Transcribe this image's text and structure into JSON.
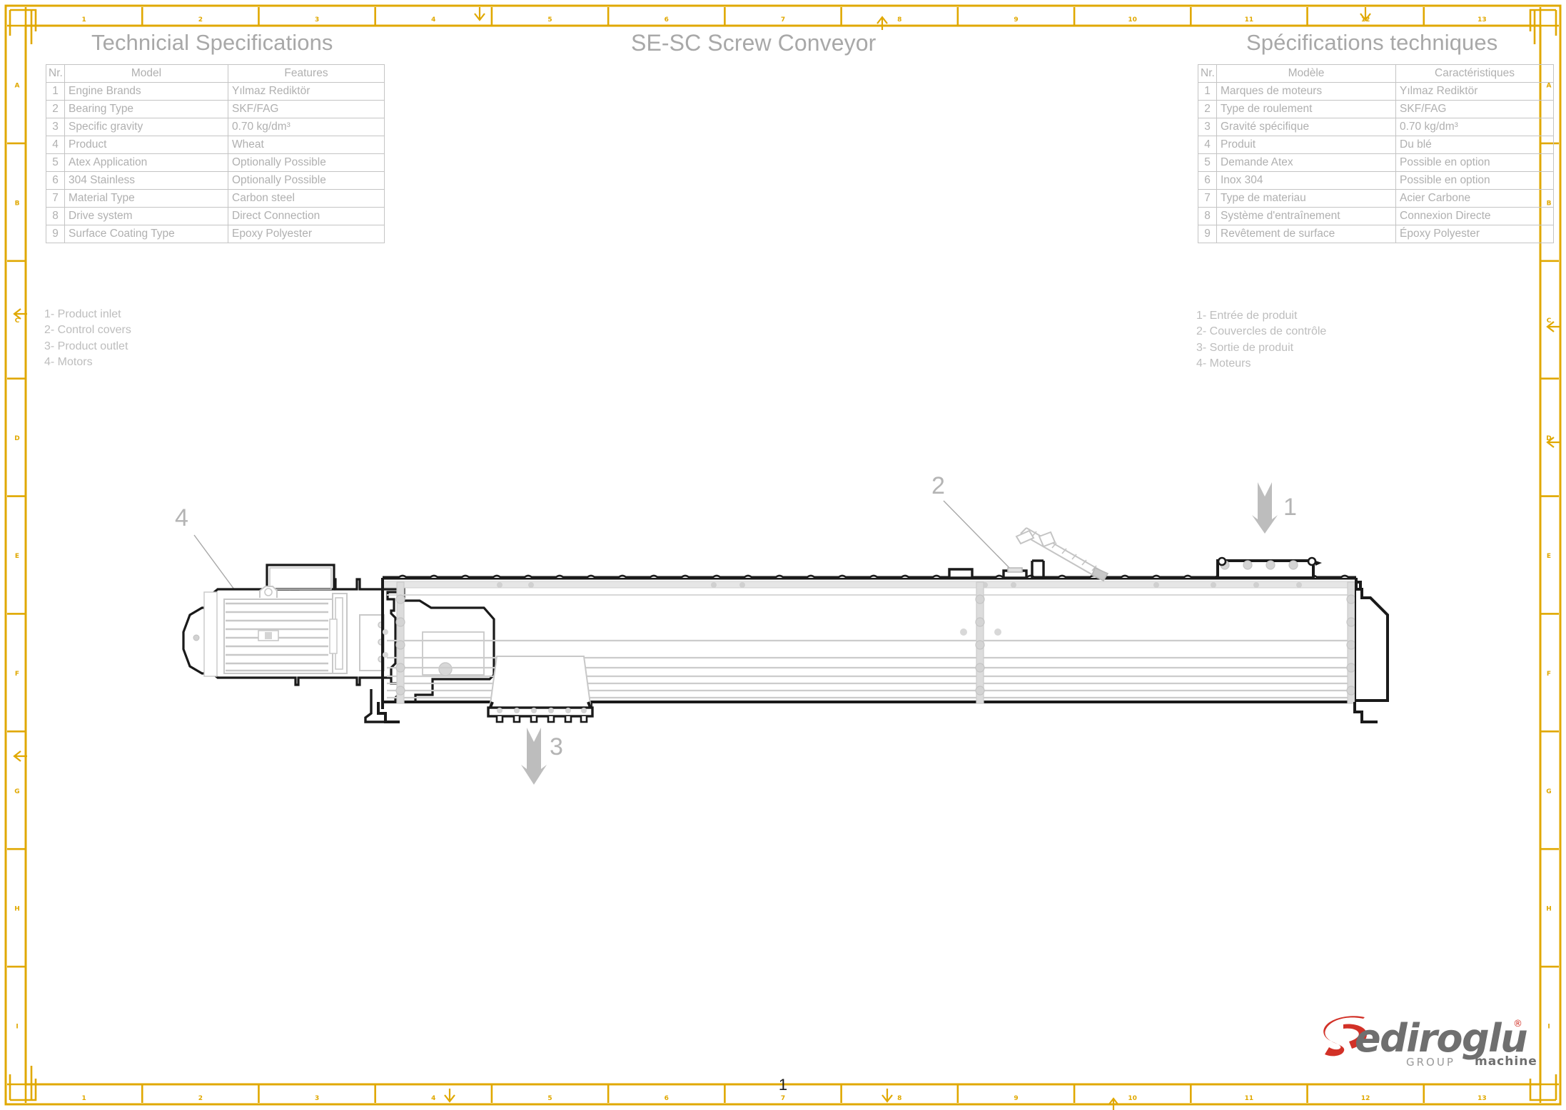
{
  "document": {
    "page_number": "1",
    "title_left": "Technicial Specifications",
    "title_center": "SE-SC Screw Conveyor",
    "title_right": "Spécifications techniques"
  },
  "frame": {
    "border_color": "#e0a800",
    "top_ruler_labels": [
      "1",
      "2",
      "3",
      "4",
      "5",
      "6",
      "7",
      "8",
      "9",
      "10",
      "11",
      "12",
      "13"
    ],
    "bottom_ruler_labels": [
      "1",
      "2",
      "3",
      "4",
      "5",
      "6",
      "7",
      "8",
      "9",
      "10",
      "11",
      "12",
      "13"
    ],
    "left_ruler_labels": [
      "A",
      "B",
      "C",
      "D",
      "E",
      "F",
      "G",
      "H",
      "I"
    ],
    "right_ruler_labels": [
      "A",
      "B",
      "C",
      "D",
      "E",
      "F",
      "G",
      "H",
      "I"
    ]
  },
  "spec_table_en": {
    "headers": [
      "Nr.",
      "Model",
      "Features"
    ],
    "rows": [
      {
        "nr": "1",
        "model": "Engine Brands",
        "feature": "Yılmaz Rediktör"
      },
      {
        "nr": "2",
        "model": "Bearing Type",
        "feature": "SKF/FAG"
      },
      {
        "nr": "3",
        "model": "Specific gravity",
        "feature": "0.70 kg/dm³"
      },
      {
        "nr": "4",
        "model": "Product",
        "feature": "Wheat"
      },
      {
        "nr": "5",
        "model": "Atex Application",
        "feature": "Optionally Possible"
      },
      {
        "nr": "6",
        "model": "304 Stainless",
        "feature": "Optionally Possible"
      },
      {
        "nr": "7",
        "model": "Material Type",
        "feature": "Carbon steel"
      },
      {
        "nr": "8",
        "model": "Drive system",
        "feature": "Direct Connection"
      },
      {
        "nr": "9",
        "model": "Surface Coating Type",
        "feature": "Epoxy Polyester"
      }
    ]
  },
  "spec_table_fr": {
    "headers": [
      "Nr.",
      "Modèle",
      "Caractéristiques"
    ],
    "rows": [
      {
        "nr": "1",
        "model": "Marques de moteurs",
        "feature": "Yılmaz Rediktör"
      },
      {
        "nr": "2",
        "model": "Type de roulement",
        "feature": "SKF/FAG"
      },
      {
        "nr": "3",
        "model": "Gravité spécifique",
        "feature": "0.70 kg/dm³"
      },
      {
        "nr": "4",
        "model": "Produit",
        "feature": "Du blé"
      },
      {
        "nr": "5",
        "model": "Demande Atex",
        "feature": "Possible en option"
      },
      {
        "nr": "6",
        "model": "Inox 304",
        "feature": "Possible en option"
      },
      {
        "nr": "7",
        "model": "Type de materiau",
        "feature": "Acier Carbone"
      },
      {
        "nr": "8",
        "model": "Système d'entraînement",
        "feature": "Connexion Directe"
      },
      {
        "nr": "9",
        "model": "Revêtement de surface",
        "feature": "Époxy Polyester"
      }
    ]
  },
  "legend_en": {
    "items": [
      "1- Product inlet",
      "2- Control covers",
      "3- Product outlet",
      "4- Motors"
    ]
  },
  "legend_fr": {
    "items": [
      "1- Entrée de produit",
      "2- Couvercles de contrôle",
      "3- Sortie de produit",
      "4- Moteurs"
    ]
  },
  "callouts": {
    "motors": "4",
    "control_covers": "2",
    "product_inlet": "1",
    "product_outlet": "3"
  },
  "logo": {
    "wordmark": "ediroglu",
    "registered": "®",
    "group": "GROUP",
    "machine": "machine",
    "accent_color": "#d23127",
    "text_color": "#6f6f6f"
  },
  "colors": {
    "frame": "#e0a800",
    "text_gray": "#b0b0b0",
    "line_black": "#1a1a1a",
    "line_gray": "#c8c8c8"
  }
}
